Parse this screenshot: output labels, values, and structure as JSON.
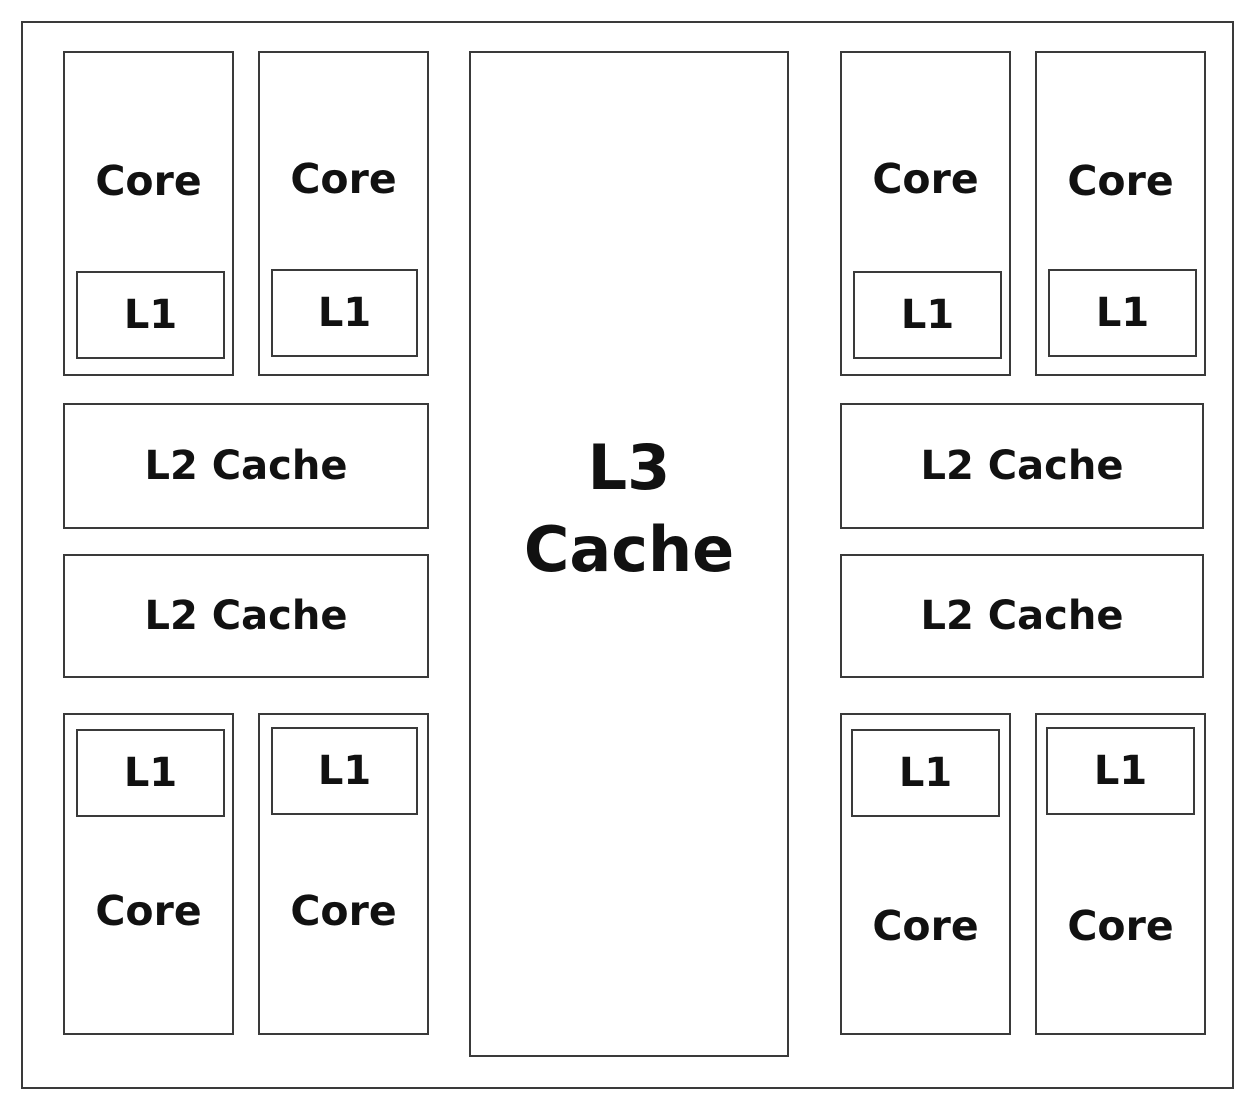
{
  "chip": {
    "l3_cache": {
      "line1": "L3",
      "line2": "Cache"
    },
    "cores": [
      {
        "core_label": "Core",
        "l1_label": "L1"
      },
      {
        "core_label": "Core",
        "l1_label": "L1"
      },
      {
        "core_label": "Core",
        "l1_label": "L1"
      },
      {
        "core_label": "Core",
        "l1_label": "L1"
      },
      {
        "core_label": "Core",
        "l1_label": "L1"
      },
      {
        "core_label": "Core",
        "l1_label": "L1"
      },
      {
        "core_label": "Core",
        "l1_label": "L1"
      },
      {
        "core_label": "Core",
        "l1_label": "L1"
      }
    ],
    "l2_caches": [
      {
        "label": "L2 Cache"
      },
      {
        "label": "L2 Cache"
      },
      {
        "label": "L2 Cache"
      },
      {
        "label": "L2 Cache"
      }
    ]
  }
}
